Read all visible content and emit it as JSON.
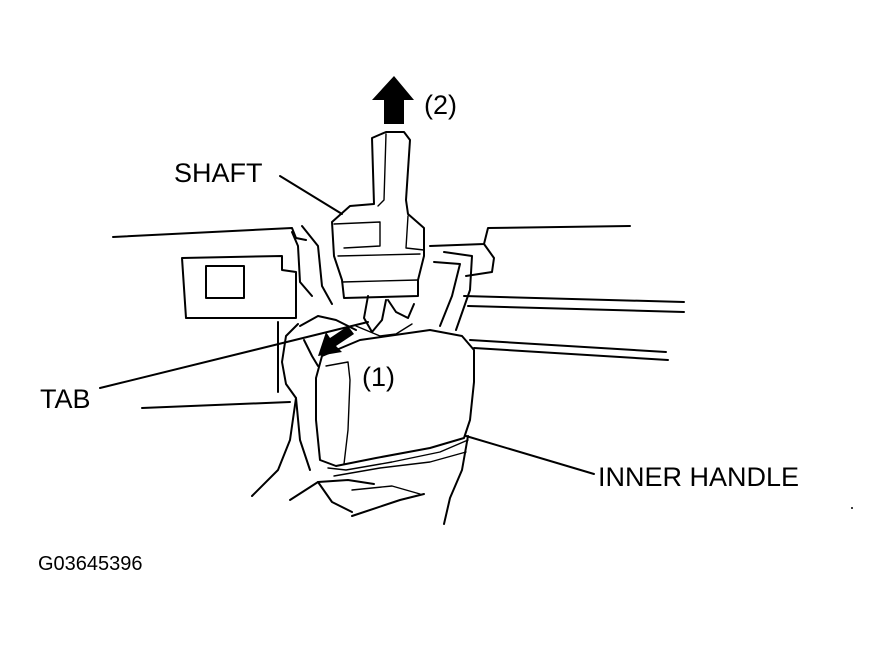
{
  "labels": {
    "shaft": "SHAFT",
    "tab": "TAB",
    "inner_handle": "INNER HANDLE",
    "step1": "(1)",
    "step2": "(2)"
  },
  "figure_id": "G03645396",
  "icons": {
    "step1": "arrow-down-left-icon",
    "step2": "arrow-up-icon"
  },
  "colors": {
    "ink": "#000000",
    "paper": "#ffffff"
  }
}
